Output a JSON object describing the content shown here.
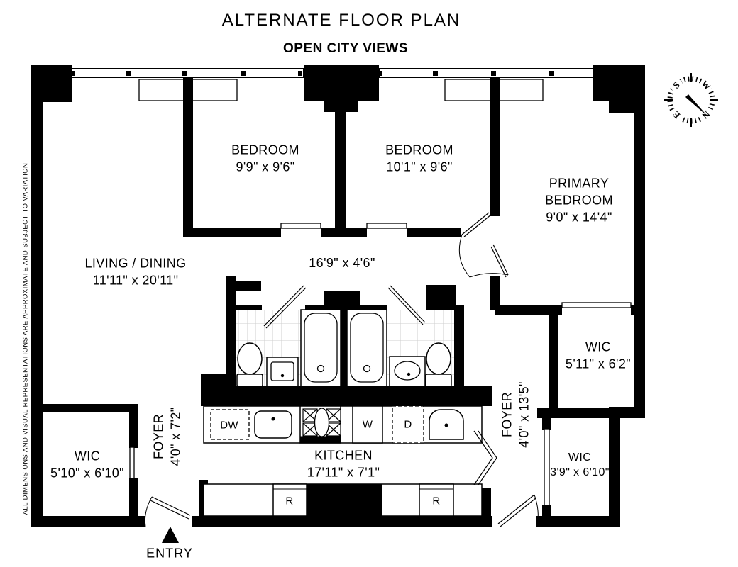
{
  "title": "ALTERNATE FLOOR PLAN",
  "subtitle": "OPEN CITY VIEWS",
  "disclaimer": "ALL DIMENSIONS AND VISUAL REPRESENTATIONS ARE APPROXIMATE AND SUBJECT TO VARIATION",
  "entry": {
    "label": "ENTRY"
  },
  "compass": {
    "north": "N",
    "south": "S",
    "east": "E",
    "west": "W"
  },
  "colors": {
    "wall": "#000000",
    "floor": "#ffffff",
    "tile_line": "#cfcfcf",
    "text": "#000000"
  },
  "rooms": {
    "bedroom_left": {
      "name": "BEDROOM",
      "dims": "9'9\" x 9'6\""
    },
    "bedroom_middle": {
      "name": "BEDROOM",
      "dims": "10'1\" x 9'6\""
    },
    "primary": {
      "name": "PRIMARY BEDROOM",
      "dims": "9'0\" x 14'4\""
    },
    "living": {
      "name": "LIVING / DINING",
      "dims": "11'11\" x 20'11\""
    },
    "hall": {
      "dims": "16'9\" x 4'6\""
    },
    "kitchen": {
      "name": "KITCHEN",
      "dims": "17'11\" x 7'1\""
    },
    "foyer_main": {
      "name": "FOYER",
      "dims": "4'0\" x 7'2\""
    },
    "foyer_gallery": {
      "name": "FOYER",
      "dims": "4'0\" x 13'5\""
    },
    "wic_living": {
      "name": "WIC",
      "dims": "5'10\" x 6'10\""
    },
    "wic_primary": {
      "name": "WIC",
      "dims": "5'11\" x 6'2\""
    },
    "wic_hall": {
      "name": "WIC",
      "dims": "3'9\" x 6'10\""
    }
  },
  "appliances": {
    "dishwasher": "DW",
    "washer": "W",
    "dryer": "D",
    "refrigerator_left": "R",
    "refrigerator_right": "R"
  }
}
